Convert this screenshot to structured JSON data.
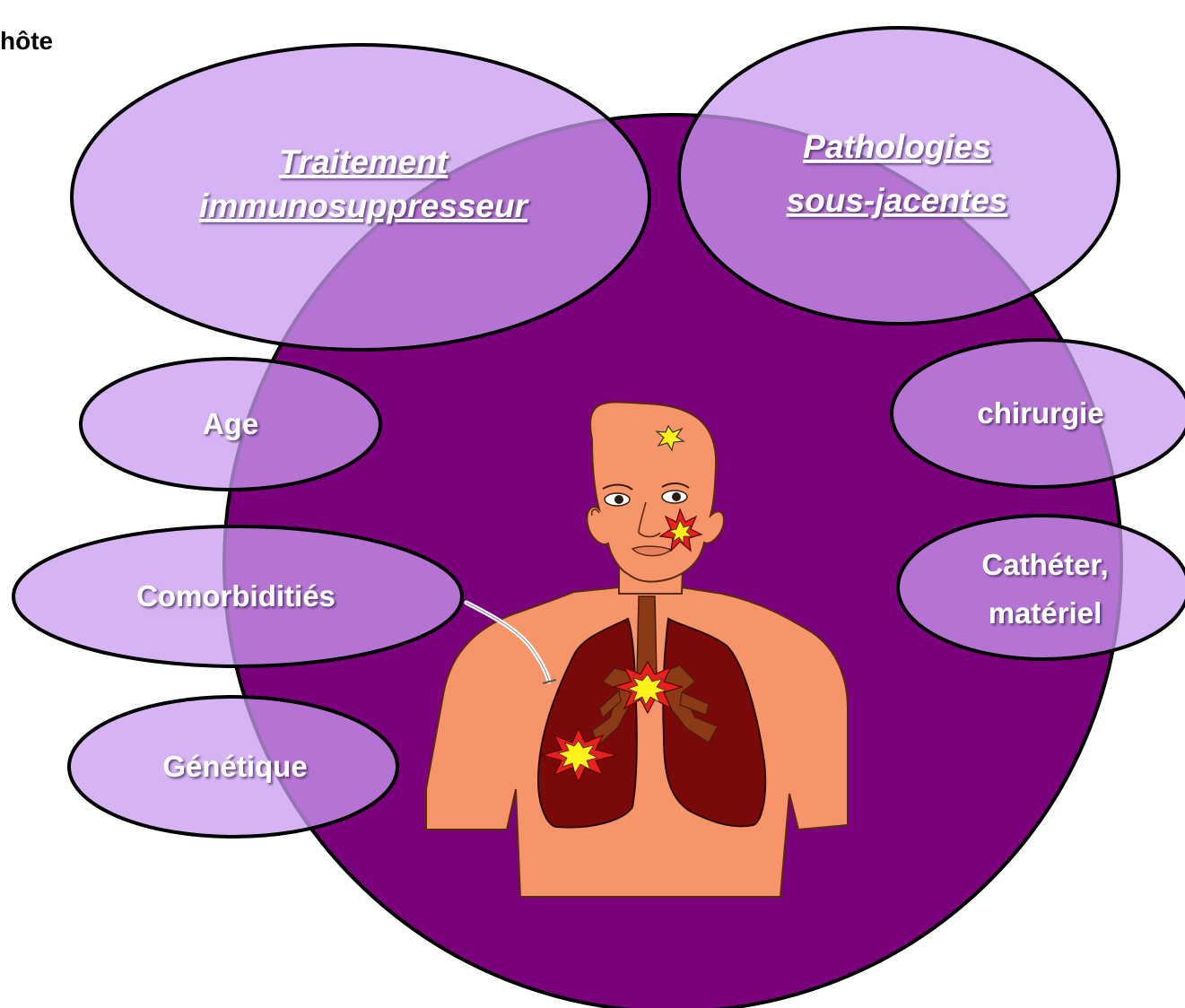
{
  "title": "hôte",
  "factors": {
    "treatment": [
      "Traitement",
      "immunosuppresseur"
    ],
    "pathologies": [
      "Pathologies",
      "sous-jacentes"
    ],
    "age": "Age",
    "surgery": "chirurgie",
    "comorbidities": "Comorbiditiés",
    "catheter": [
      "Cathéter,",
      "matériel"
    ],
    "genetics": "Génétique"
  },
  "colors": {
    "host_circle": "#7B007B",
    "bubble_fill": "#C89BF0",
    "skin": "#F6956A",
    "lungs": "#7A0A0A",
    "bronchi": "#8B3A16",
    "burst_red": "#E8211F",
    "burst_yellow": "#FFF21A"
  }
}
